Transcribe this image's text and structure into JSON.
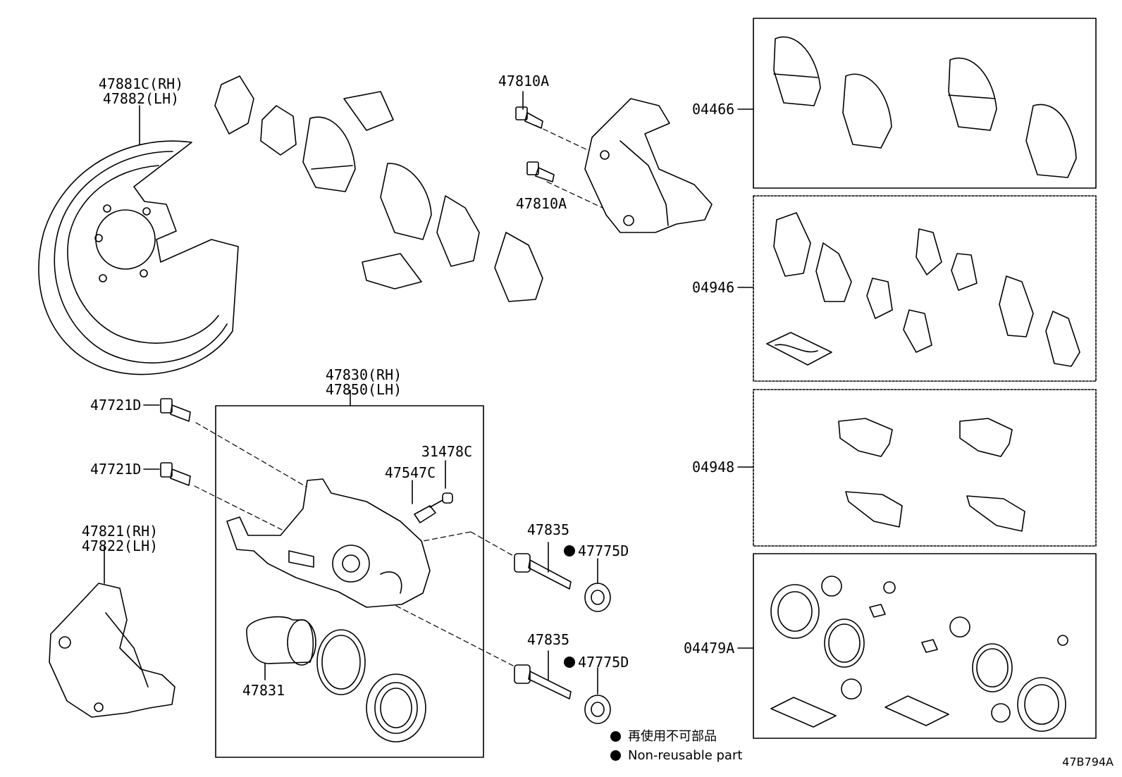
{
  "callouts": {
    "shield": [
      "47881C(RH)",
      "47882(LH)"
    ],
    "bolt_upper": "47810A",
    "bolt_lower": "47810A",
    "caliper": [
      "47830(RH)",
      "47850(LH)"
    ],
    "mount_bolt_1": "47721D",
    "mount_bolt_2": "47721D",
    "mounting": [
      "47821(RH)",
      "47822(LH)"
    ],
    "cap": "31478C",
    "bleeder": "47547C",
    "piston": "47831",
    "pin_upper": "47835",
    "pin_lower": "47835",
    "boot_upper": "47775D",
    "boot_lower": "47775D"
  },
  "kits": [
    {
      "code": "04466"
    },
    {
      "code": "04946"
    },
    {
      "code": "04948"
    },
    {
      "code": "04479A"
    }
  ],
  "legend": {
    "jp": "再使用不可部品",
    "en": "Non-reusable part"
  },
  "diagram_code": "47B794A"
}
